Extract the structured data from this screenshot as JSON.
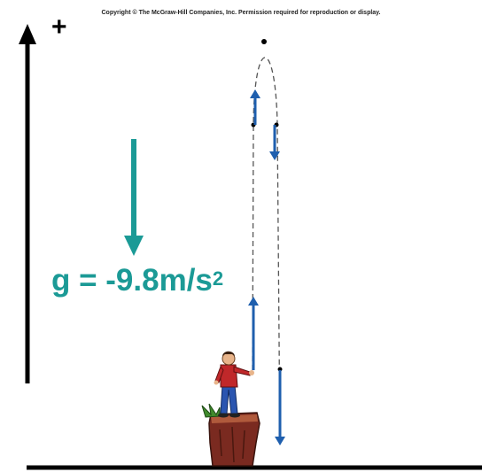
{
  "header": {
    "copyright": "Copyright © The McGraw-Hill Companies, Inc. Permission required for reproduction or display."
  },
  "axis": {
    "positive_label": "+"
  },
  "gravity": {
    "label": "g = -9.8m/s",
    "exponent": "2"
  },
  "colors": {
    "gravity": "#1b9a96",
    "velocity_arrow": "#1f5fae",
    "axis": "#000000",
    "trajectory": "#555555"
  }
}
